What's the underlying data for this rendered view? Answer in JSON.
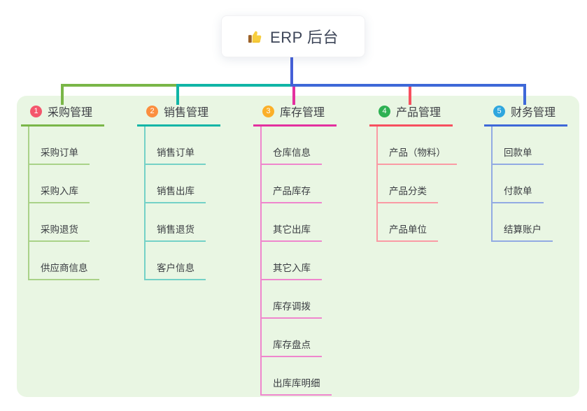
{
  "root": {
    "label": "ERP 后台",
    "icon": "thumbs-up-icon",
    "connector_color": "#4560d8"
  },
  "panel": {
    "background": "#e9f6e3"
  },
  "branches": [
    {
      "num": "1",
      "label": "采购管理",
      "badge_color": "#f4566c",
      "line_color": "#7ab648",
      "child_line_color": "#a9d288",
      "children": [
        "采购订单",
        "采购入库",
        "采购退货",
        "供应商信息"
      ]
    },
    {
      "num": "2",
      "label": "销售管理",
      "badge_color": "#fb8e3f",
      "line_color": "#10b5a6",
      "child_line_color": "#74d1c7",
      "children": [
        "销售订单",
        "销售出库",
        "销售退货",
        "客户信息"
      ]
    },
    {
      "num": "3",
      "label": "库存管理",
      "badge_color": "#fbaf29",
      "line_color": "#e3309f",
      "child_line_color": "#ef86cd",
      "children": [
        "仓库信息",
        "产品库存",
        "其它出库",
        "其它入库",
        "库存调拨",
        "库存盘点",
        "出库库明细"
      ]
    },
    {
      "num": "4",
      "label": "产品管理",
      "badge_color": "#2eb153",
      "line_color": "#f7505f",
      "child_line_color": "#fa9aa4",
      "children": [
        "产品（物料）",
        "产品分类",
        "产品单位"
      ]
    },
    {
      "num": "5",
      "label": "财务管理",
      "badge_color": "#2ea6de",
      "line_color": "#3e68d8",
      "child_line_color": "#92aae3",
      "children": [
        "回款单",
        "付款单",
        "结算账户"
      ]
    }
  ]
}
